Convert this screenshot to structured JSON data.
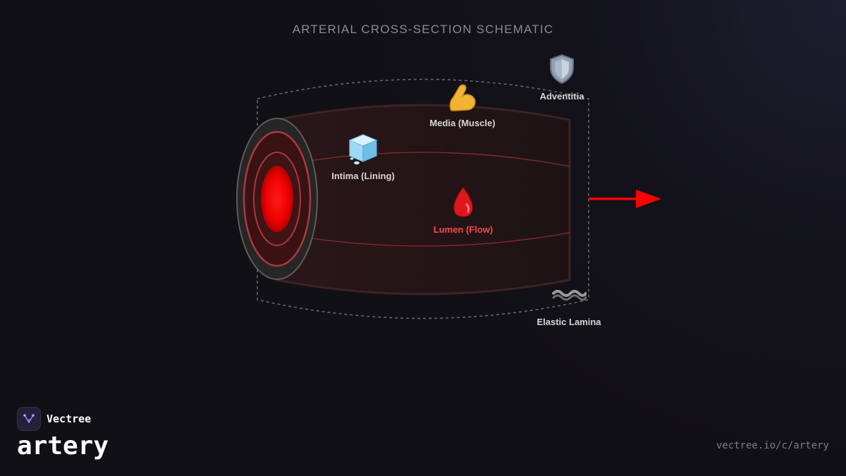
{
  "title": "ARTERIAL CROSS-SECTION SCHEMATIC",
  "layers": {
    "adventitia": {
      "label": "Adventitia",
      "icon": "shield-icon"
    },
    "media": {
      "label": "Media (Muscle)",
      "icon": "flexed-biceps-icon"
    },
    "intima": {
      "label": "Intima (Lining)",
      "icon": "ice-cube-icon"
    },
    "lumen": {
      "label": "Lumen (Flow)",
      "icon": "blood-drop-icon"
    },
    "elastic_lamina": {
      "label": "Elastic Lamina",
      "icon": "wavy-lines-icon"
    }
  },
  "flow_arrow": {
    "icon": "right-arrow-icon",
    "color": "#ff0000"
  },
  "colors": {
    "background": "#111015",
    "lumen": "#ff0000",
    "wall": "#1e1416",
    "lumen_label": "#ff4545"
  },
  "brand": {
    "name": "Vectree",
    "slug": "artery",
    "url": "vectree.io/c/artery"
  }
}
